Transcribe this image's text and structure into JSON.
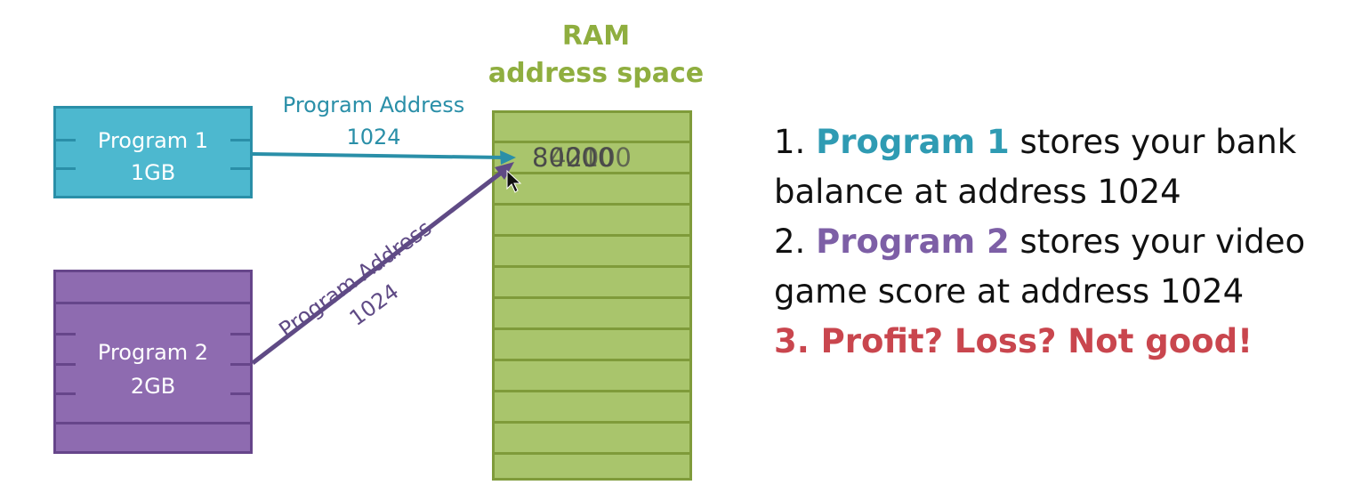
{
  "ram": {
    "title_line1": "RAM",
    "title_line2": "address space"
  },
  "program1": {
    "name": "Program 1",
    "size": "1GB",
    "color": "#4db8cf"
  },
  "program2": {
    "name": "Program 2",
    "size": "2GB",
    "color": "#8e6bb0"
  },
  "arrow1": {
    "line1": "Program Address",
    "line2": "1024"
  },
  "arrow2": {
    "line1": "Program Address",
    "line2": "1024"
  },
  "ram_values": {
    "value_a": "80000",
    "value_b": "4200",
    "value_c": "2100"
  },
  "list": {
    "item1_prefix": "1. ",
    "item1_highlight": "Program 1",
    "item1_rest": " stores your bank",
    "item1_line2": "balance at address 1024",
    "item2_prefix": "2. ",
    "item2_highlight": "Program 2",
    "item2_rest": " stores your video",
    "item2_line2": "game score at address 1024",
    "item3": "3. Profit? Loss? Not good!"
  },
  "colors": {
    "teal": "#2f9bb3",
    "purple": "#7d5fa6",
    "red": "#c9464e",
    "ram_green": "#a9c56c"
  }
}
